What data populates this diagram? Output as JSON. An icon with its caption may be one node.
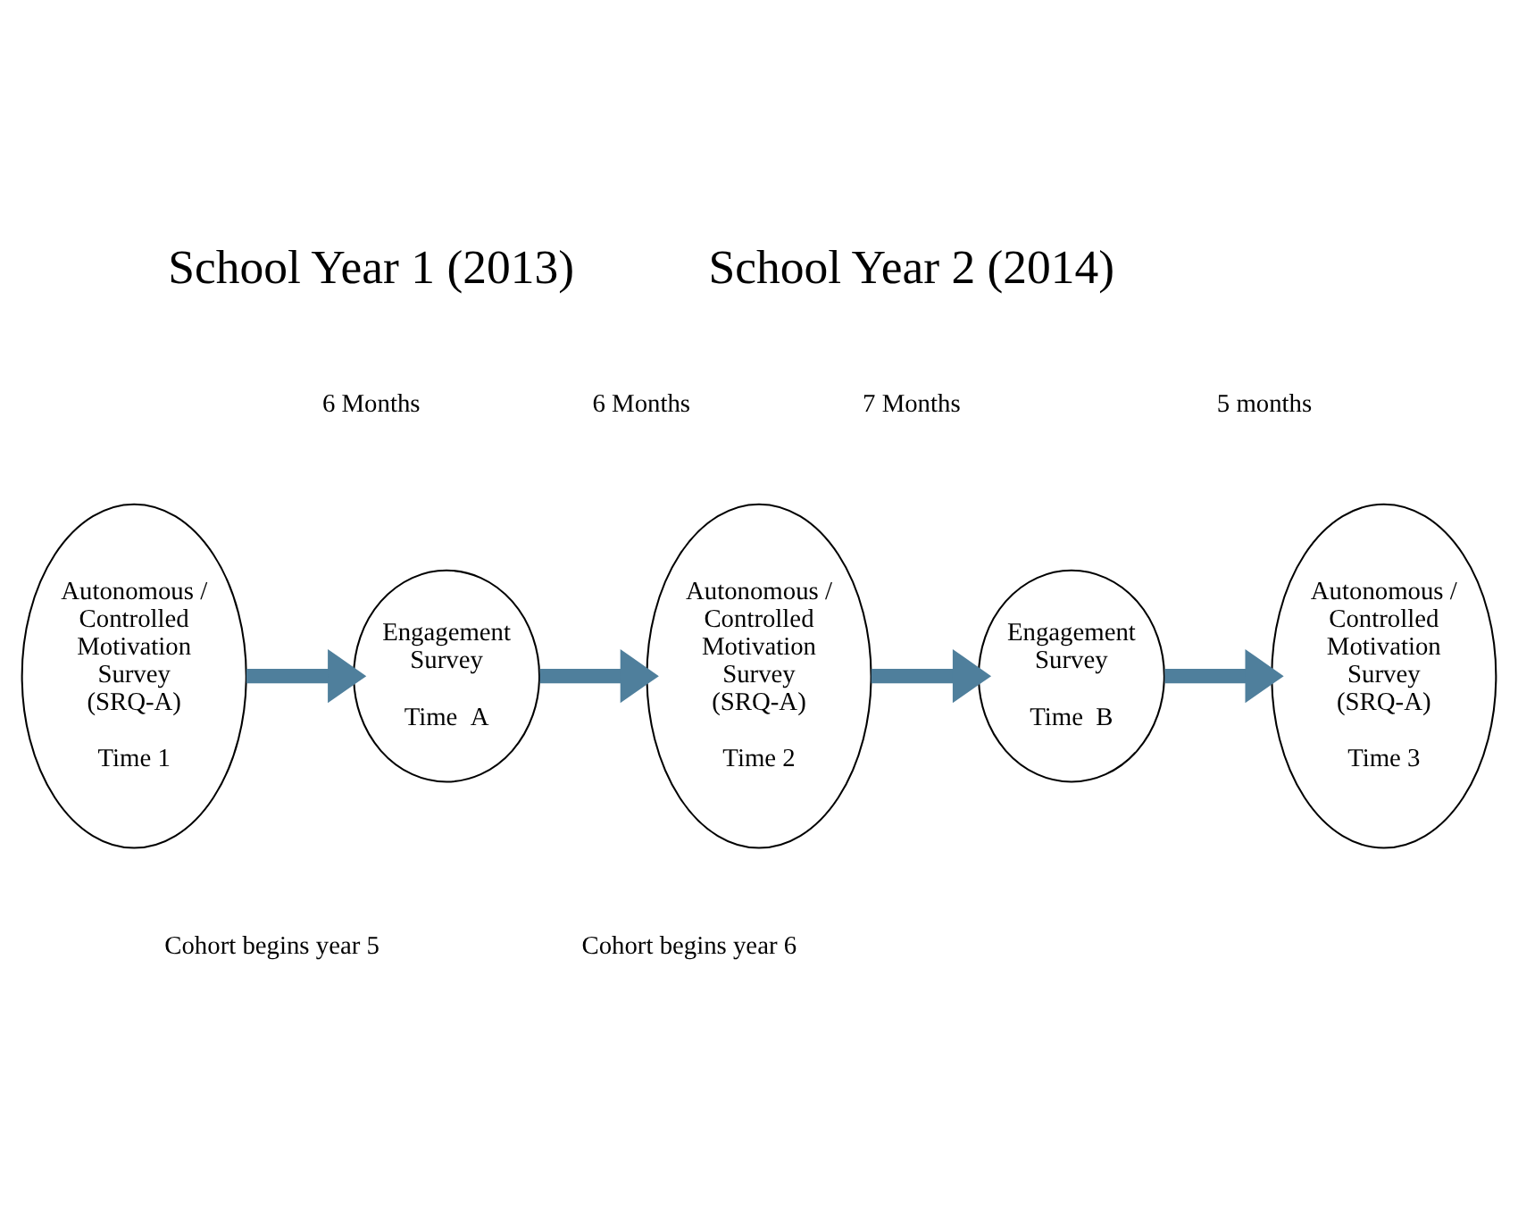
{
  "diagram": {
    "nodes": [
      {
        "text": [
          "Autonomous / Controlled Motivation Survey (SRQ-A)",
          "Time 1"
        ]
      },
      {
        "text": [
          "Engagement Survey",
          "Time  A"
        ]
      },
      {
        "text": [
          "Autonomous / Controlled Motivation Survey (SRQ-A)",
          "Time 2"
        ]
      },
      {
        "text": [
          "Engagement Survey",
          "Time  B"
        ]
      },
      {
        "text": [
          "Autonomous / Controlled Motivation Survey (SRQ-A)",
          "Time 3"
        ]
      }
    ],
    "edges": [
      {
        "from": 0,
        "to": 1,
        "arrow": "to"
      },
      {
        "from": 1,
        "to": 2,
        "arrow": "to"
      },
      {
        "from": 2,
        "to": 3,
        "arrow": "to"
      },
      {
        "from": 3,
        "to": 4,
        "arrow": "to"
      }
    ],
    "labels": [
      "School Year 1 (2013)",
      "School Year 2 (2014)",
      "6 Months",
      "6 Months",
      "7 Months",
      "5 months",
      "Cohort begins year 5",
      "Cohort begins year 6"
    ]
  }
}
